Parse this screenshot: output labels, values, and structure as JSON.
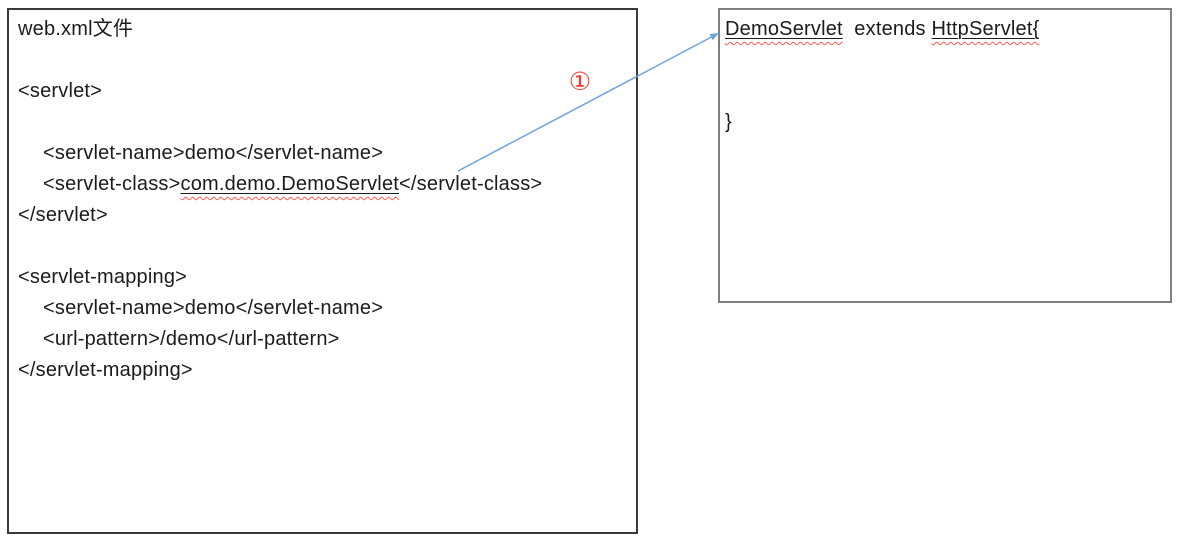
{
  "left_box": {
    "title": "web.xml文件",
    "code": {
      "servlet_open": "<servlet>",
      "servlet_name_line": "<servlet-name>demo</servlet-name>",
      "servlet_class_prefix": "<servlet-class>",
      "servlet_class_value": "com.demo.DemoServlet",
      "servlet_class_suffix": "</servlet-class>",
      "servlet_close": "</servlet>",
      "mapping_open": "<servlet-mapping>",
      "mapping_name_line": "<servlet-name>demo</servlet-name>",
      "mapping_url_line": "<url-pattern>/demo</url-pattern>",
      "mapping_close": "</servlet-mapping>"
    },
    "border_color": "#3a3a3a"
  },
  "right_box": {
    "class_name": "DemoServlet",
    "extends_text": "  extends ",
    "superclass_text": "HttpServlet{",
    "closing_brace": "}",
    "border_color": "#7f7f7f"
  },
  "connector": {
    "label": "①",
    "line_color": "#6ea3dd",
    "label_color": "#f2392c"
  },
  "text_color": "#1b1b1b",
  "spellcheck_squiggle_color": "#ff5a52"
}
